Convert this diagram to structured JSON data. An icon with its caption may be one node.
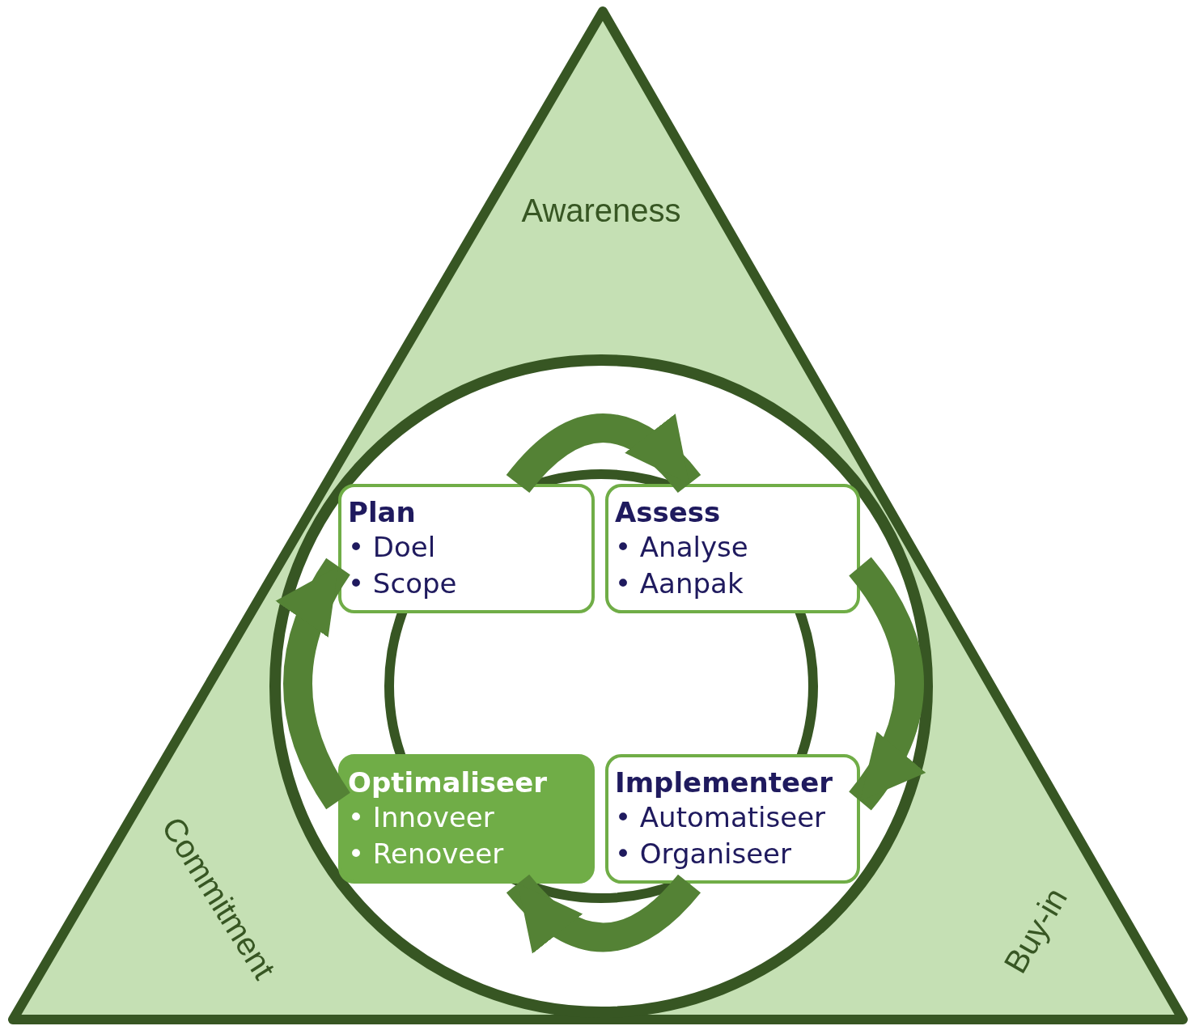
{
  "diagram": {
    "nodes": [
      {
        "text": [
          "Awareness",
          "Commitment",
          "Buy-in"
        ]
      },
      {
        "text": [],
        "shape": "circle",
        "in": 0
      },
      {
        "text": [
          "Plan",
          "• Doel",
          "• Scope"
        ],
        "in": 1
      },
      {
        "text": [
          "Assess",
          "• Analyse",
          "• Aanpak"
        ],
        "in": 1
      },
      {
        "text": [
          "Optimaliseer",
          "• Innoveer",
          "• Renoveer"
        ],
        "in": 1
      },
      {
        "text": [
          "Implementeer",
          "• Automatiseer",
          "• Organiseer"
        ],
        "in": 1
      }
    ],
    "edges": [
      {
        "from": 2,
        "to": 3,
        "arrow": "to"
      },
      {
        "from": 3,
        "to": 5,
        "arrow": "to"
      },
      {
        "from": 5,
        "to": 4,
        "arrow": "to"
      },
      {
        "from": 4,
        "to": 2,
        "arrow": "to"
      }
    ]
  }
}
